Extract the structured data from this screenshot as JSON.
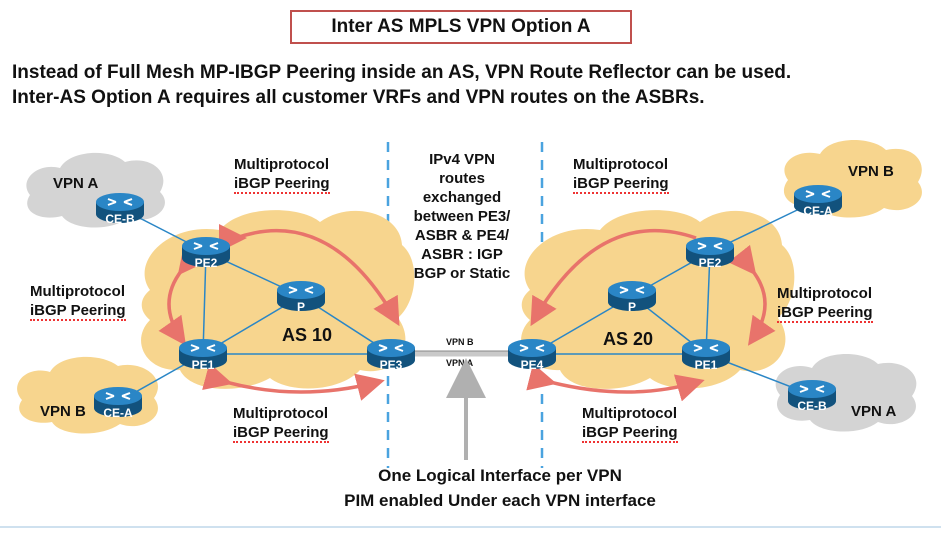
{
  "title": "Inter AS MPLS VPN Option A",
  "intro": [
    "Instead of Full Mesh MP-IBGP Peering inside an AS, VPN Route Reflector can be used.",
    "Inter-AS Option A requires all customer VRFs and VPN routes on the ASBRs."
  ],
  "as_left": "AS 10",
  "as_right": "AS 20",
  "routers": {
    "ceb_left": "CE-B",
    "pe2_left": "PE2",
    "p_left": "P",
    "pe1_left": "PE1",
    "pe3": "PE3",
    "cea_left": "CE-A",
    "cea_right": "CE-A",
    "pe2_right": "PE2",
    "p_right": "P",
    "pe4": "PE4",
    "pe1_right": "PE1",
    "ceb_right": "CE-B"
  },
  "sites": {
    "vpn_a_left": "VPN A",
    "vpn_b_left": "VPN B",
    "vpn_b_right": "VPN B",
    "vpn_a_right": "VPN A"
  },
  "link_labels": {
    "top": "VPN B",
    "bottom": "VPN A"
  },
  "peering": {
    "top_left": [
      "Multiprotocol",
      "iBGP Peering"
    ],
    "left": [
      "Multiprotocol",
      "iBGP Peering"
    ],
    "bottom_left": [
      "Multiprotocol",
      "iBGP Peering"
    ],
    "top_right": [
      "Multiprotocol",
      "iBGP Peering"
    ],
    "right": [
      "Multiprotocol",
      "iBGP Peering"
    ],
    "bottom_right": [
      "Multiprotocol",
      "iBGP Peering"
    ]
  },
  "center_note": [
    "IPv4 VPN",
    "routes",
    "exchanged",
    "between PE3/",
    "ASBR & PE4/",
    "ASBR : IGP",
    "BGP or Static"
  ],
  "bottom_note": [
    "One Logical Interface per VPN",
    "PIM enabled Under each VPN interface"
  ],
  "colors": {
    "router": "#1a6fa8",
    "cloud": "#f7d58e",
    "cloud_grey": "#d4d4d4",
    "arrow": "#e8736b",
    "divider": "#4aa3df"
  }
}
